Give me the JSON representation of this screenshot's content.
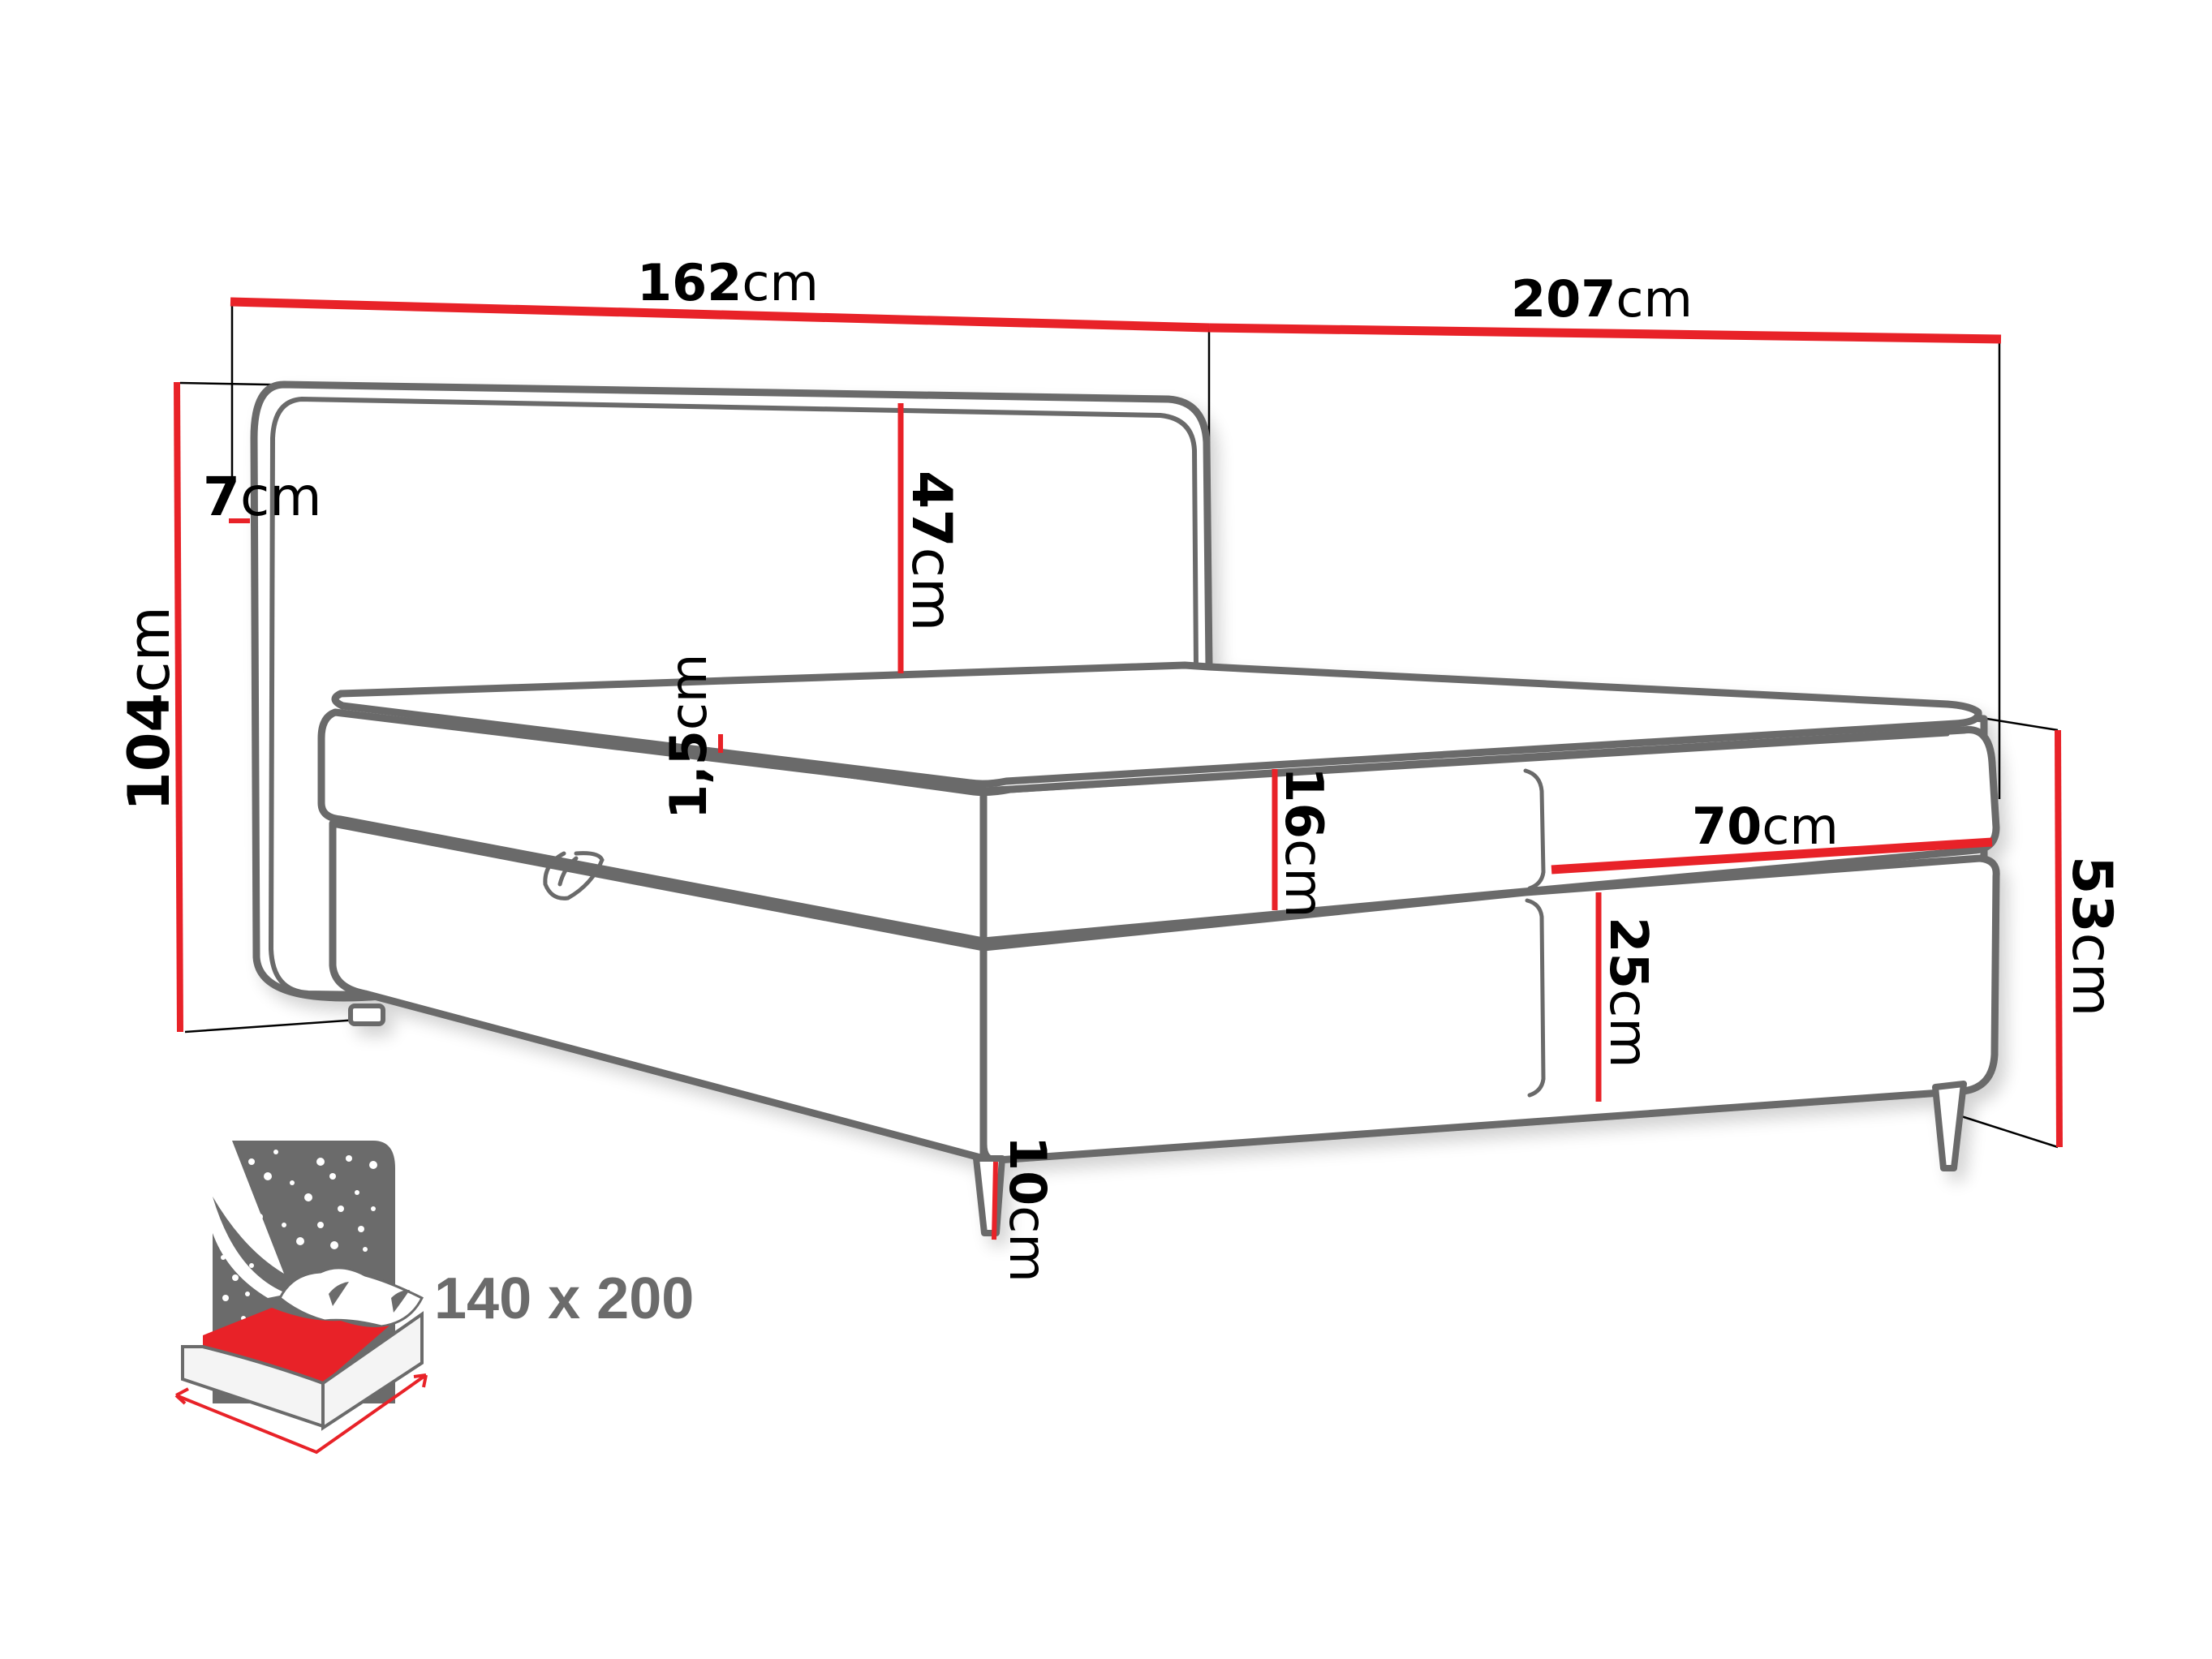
{
  "diagram": {
    "subject": "Boxspring bed with headboard and storage - dimension drawing",
    "colors": {
      "dimension_line": "#e82228",
      "outline": "#6b6b6b",
      "text": "#000000",
      "icon_gray": "#6b6b6b",
      "icon_red": "#e82228",
      "background": "#ffffff"
    },
    "dimensions": {
      "width": {
        "value": "162",
        "unit": "cm"
      },
      "length": {
        "value": "207",
        "unit": "cm"
      },
      "total_height": {
        "value": "104",
        "unit": "cm"
      },
      "headboard_height": {
        "value": "47",
        "unit": "cm"
      },
      "headboard_thickness": {
        "value": "7",
        "unit": "cm"
      },
      "topper_height": {
        "value": "1,5",
        "unit": "cm"
      },
      "mattress_height": {
        "value": "16",
        "unit": "cm"
      },
      "mattress_panel_width": {
        "value": "70",
        "unit": "cm"
      },
      "base_height": {
        "value": "25",
        "unit": "cm"
      },
      "bed_height": {
        "value": "53",
        "unit": "cm"
      },
      "leg_height": {
        "value": "10",
        "unit": "cm"
      }
    },
    "sleeping_area": {
      "label": "140 x 200",
      "icon": "bed-night-stars-icon"
    }
  }
}
